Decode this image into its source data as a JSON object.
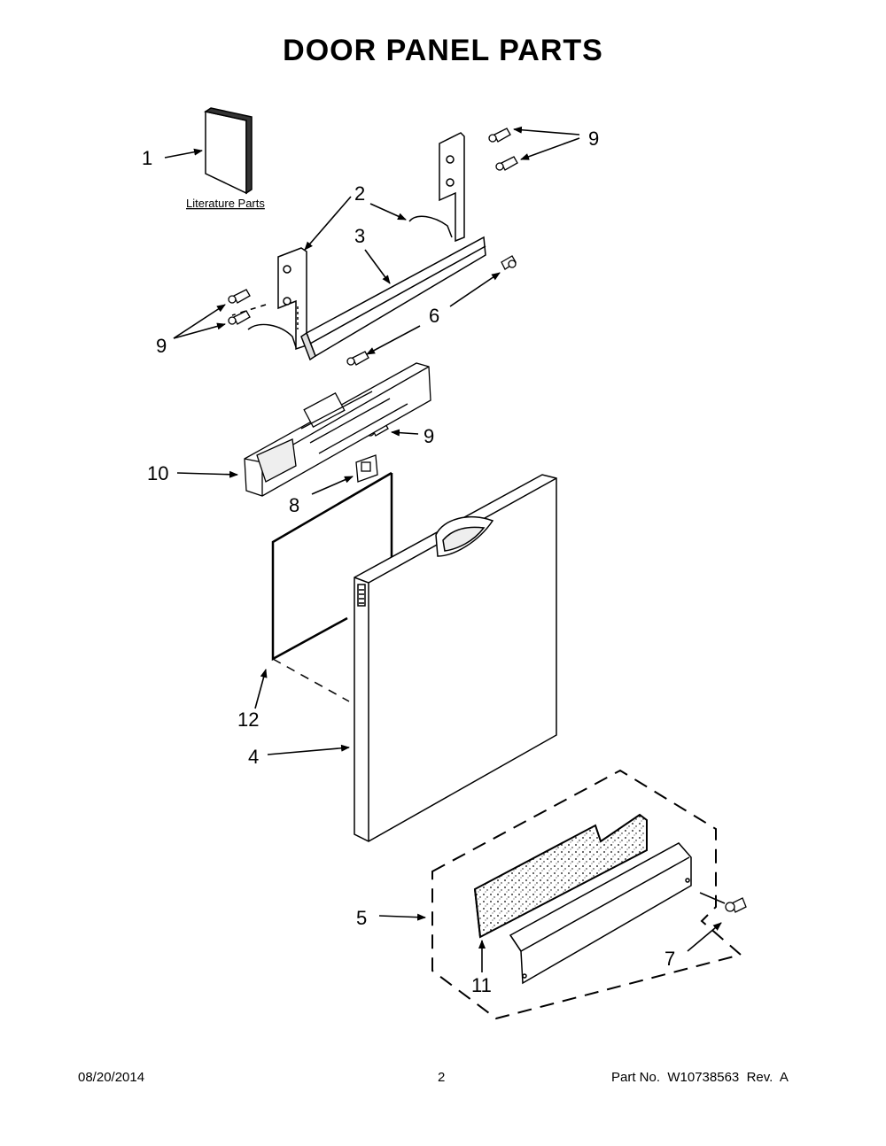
{
  "page": {
    "title": "DOOR PANEL PARTS",
    "literature_label": "Literature Parts"
  },
  "callouts": {
    "c1": "1",
    "c2": "2",
    "c3": "3",
    "c4": "4",
    "c5": "5",
    "c6": "6",
    "c7": "7",
    "c8": "8",
    "c9a": "9",
    "c9b": "9",
    "c9c": "9",
    "c10": "10",
    "c11": "11",
    "c12": "12"
  },
  "footer": {
    "date": "08/20/2014",
    "page_number": "2",
    "part_number": "Part No.  W10738563  Rev.  A"
  }
}
